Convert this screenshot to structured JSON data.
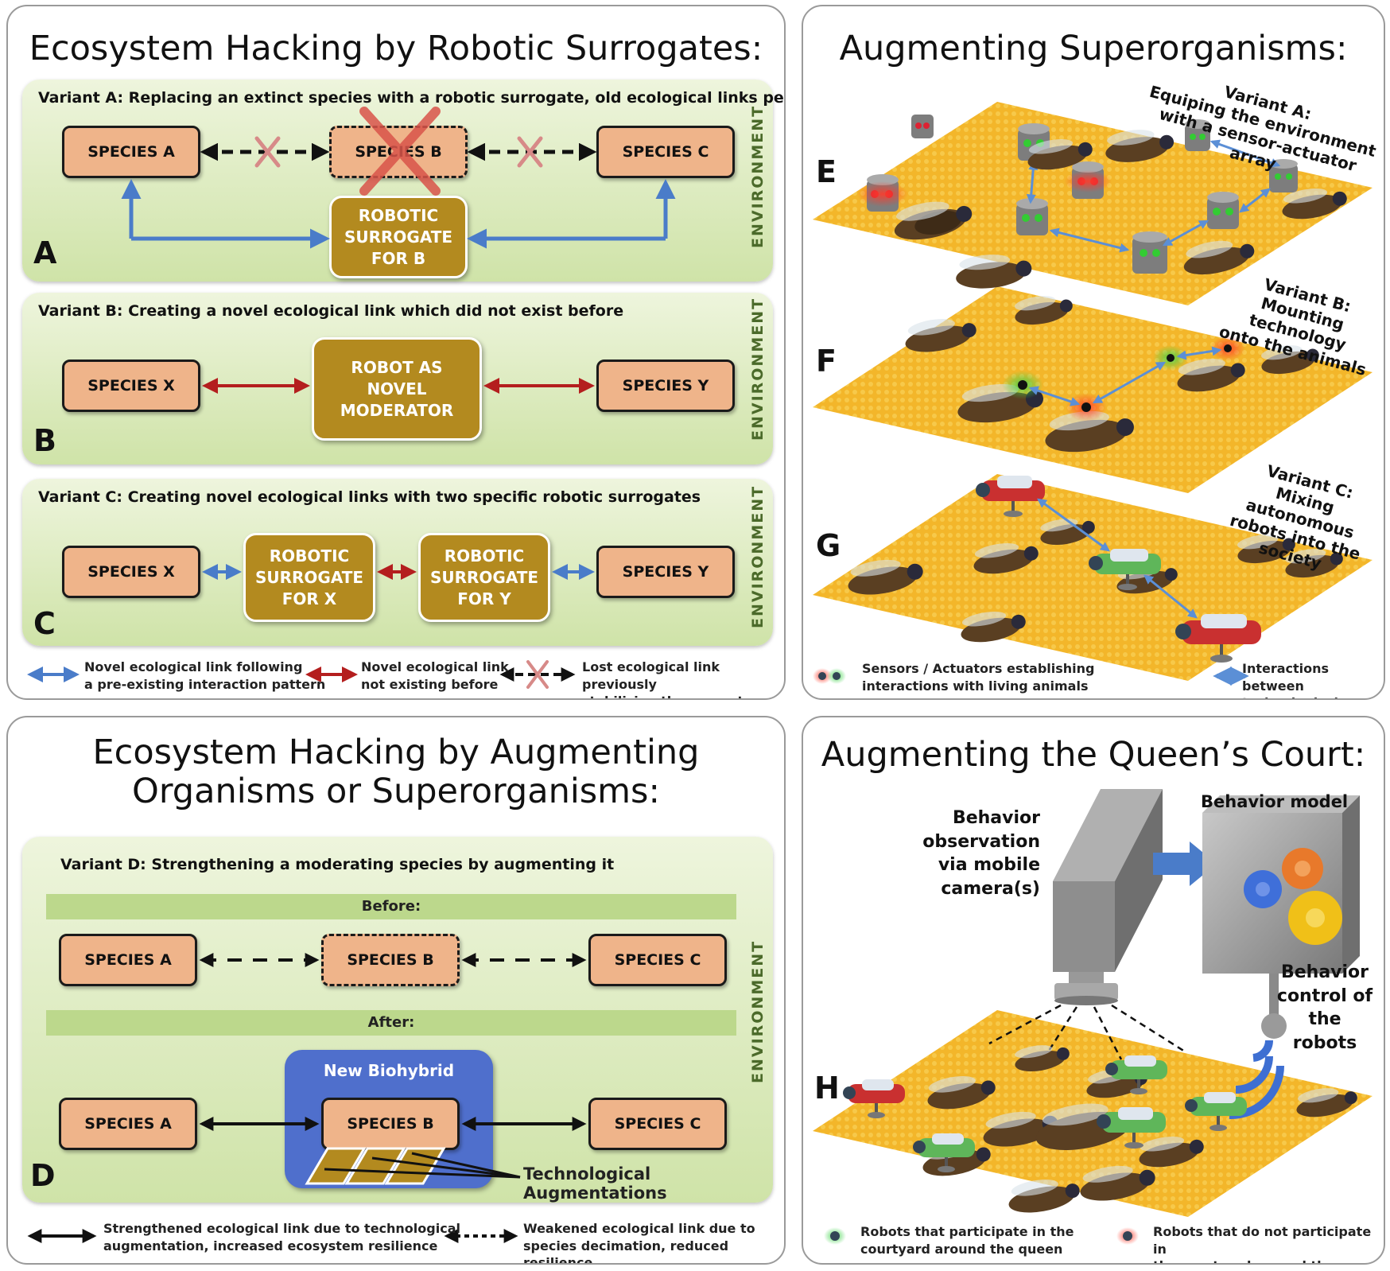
{
  "panel_tl": {
    "title": "Ecosystem Hacking by Robotic Surrogates:",
    "env_label": "ENVIRONMENT",
    "variant_a": {
      "title": "Variant A: Replacing an extinct species with a robotic surrogate, old ecological links persist",
      "species_a": "SPECIES A",
      "species_b": "SPECIES B",
      "species_c": "SPECIES C",
      "robot": "ROBOTIC\nSURROGATE\nFOR B",
      "letter": "A"
    },
    "variant_b": {
      "title": "Variant B: Creating a novel ecological link which did not exist before",
      "species_x": "SPECIES X",
      "species_y": "SPECIES Y",
      "robot": "ROBOT AS\nNOVEL\nMODERATOR",
      "letter": "B"
    },
    "variant_c": {
      "title": "Variant C: Creating novel ecological links with two specific robotic surrogates",
      "species_x": "SPECIES X",
      "species_y": "SPECIES Y",
      "robot_x": "ROBOTIC\nSURROGATE\nFOR X",
      "robot_y": "ROBOTIC\nSURROGATE\nFOR Y",
      "letter": "C"
    },
    "legend": {
      "blue": "Novel ecological link following\na pre-existing interaction pattern",
      "red": "Novel ecological link\nnot existing before",
      "lost": "Lost ecological link previously\nstabilizing the ecosystem"
    }
  },
  "panel_bl": {
    "title": "Ecosystem Hacking by Augmenting\nOrganisms or Superorganisms:",
    "env_label": "ENVIRONMENT",
    "variant_d_title": "Variant D: Strengthening a moderating species by augmenting it",
    "before": "Before:",
    "after": "After:",
    "species_a": "SPECIES A",
    "species_b": "SPECIES B",
    "species_c": "SPECIES C",
    "biohybrid": "New Biohybrid",
    "tech_aug": "Technological Augmentations",
    "letter": "D",
    "legend": {
      "strong": "Strengthened ecological link due to technological\naugmentation, increased ecosystem resilience",
      "weak": "Weakened ecological link due to\nspecies decimation, reduced resilience"
    }
  },
  "panel_tr": {
    "title": "Augmenting Superorganisms:",
    "variant_a": "Variant A:\nEquiping the environment\nwith a sensor-actuator array",
    "variant_b": "Variant B:\nMounting technology\nonto the animals",
    "variant_c": "Variant C:\nMixing autonomous\nrobots into the society",
    "letters": [
      "E",
      "F",
      "G"
    ],
    "legend": {
      "sensors": "Sensors / Actuators establishing\ninteractions with living animals",
      "interactions": "Interactions between\ntechnological entities"
    }
  },
  "panel_br": {
    "title": "Augmenting the Queen’s Court:",
    "observation": "Behavior\nobservation\nvia mobile\ncamera(s)",
    "model": "Behavior model",
    "control": "Behavior\ncontrol of\nthe robots",
    "letter": "H",
    "legend": {
      "green": "Robots that participate in the\ncourtyard around the queen",
      "red": "Robots that do not participate in\nthe courtyard around the queen"
    }
  },
  "colors": {
    "blue_link": "#4a7cc9",
    "red_link": "#b41e1e",
    "species_fill": "#efb48a",
    "robot_fill": "#b38a1f",
    "env_green": "#cfe3a8",
    "floor_yellow": "#f2b61f",
    "biohybrid_blue": "#4f6fcc"
  }
}
